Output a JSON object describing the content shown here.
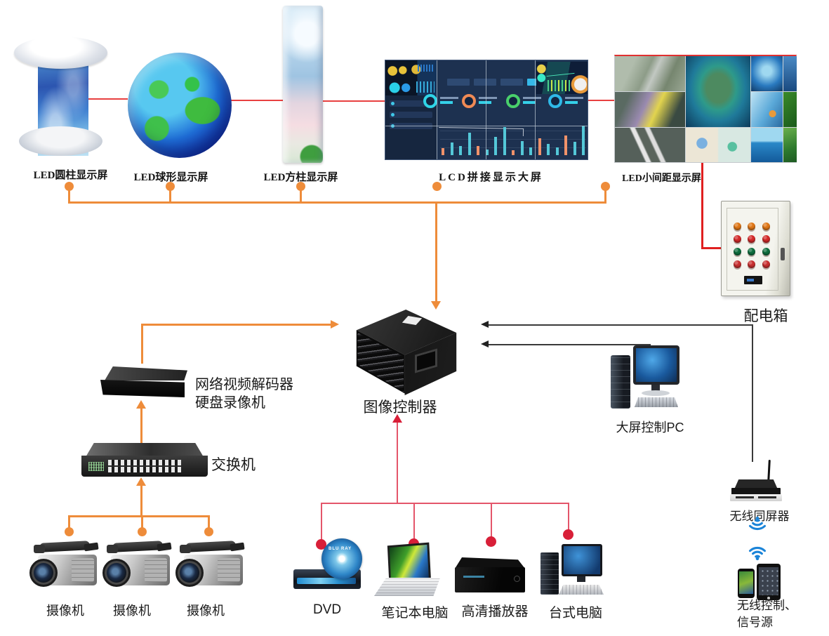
{
  "displays": {
    "cylinder_label": "LED圆柱显示屏",
    "sphere_label": "LED球形显示屏",
    "column_label": "LED方柱显示屏",
    "lcd_label": "LCD拼接显示大屏",
    "fine_pitch_label": "LED小间距显示屏"
  },
  "power_box": {
    "label": "配电箱",
    "light_rows": [
      [
        "#e07818",
        "#e07818",
        "#e07818"
      ],
      [
        "#d42a2a",
        "#d42a2a",
        "#d42a2a"
      ],
      [
        "#0e6e3e",
        "#0e6e3e",
        "#0e6e3e"
      ],
      [
        "#c83030",
        "#c83030",
        "#c83030"
      ]
    ]
  },
  "controller_label": "图像控制器",
  "decoder_label_line1": "网络视频解码器",
  "decoder_label_line2": "硬盘录像机",
  "switch_label": "交换机",
  "camera_labels": [
    "摄像机",
    "摄像机",
    "摄像机"
  ],
  "source_labels": {
    "dvd": "DVD",
    "disc_text": "BLU RAY",
    "laptop": "笔记本电脑",
    "hd_player": "高清播放器",
    "desktop": "台式电脑"
  },
  "control_pc_label": "大屏控制PC",
  "wireless": {
    "mirror_label": "无线同屏器",
    "control_label_line1": "无线控制、",
    "control_label_line2": "信号源"
  },
  "line_colors": {
    "orange_bus": "#ee8c3a",
    "red_display_link": "#e84040",
    "red_power": "#e01f1f",
    "pink_source_bus": "#e4556a",
    "pink_dot": "#d81f38",
    "black_control": "#3a3a3a",
    "wifi_blue": "#1b84d8"
  },
  "lcd_dashboard": {
    "rings": [
      "#2fd5e8",
      "#f08a55",
      "#49d06b",
      "#2fb9e8"
    ],
    "bars": [
      {
        "h": 10,
        "c": "#f0926a"
      },
      {
        "h": 18,
        "c": "#54c8d8"
      },
      {
        "h": 13,
        "c": "#54c8d8"
      },
      {
        "h": 32,
        "c": "#54c8d8"
      },
      {
        "h": 13,
        "c": "#f0926a"
      },
      {
        "h": 8,
        "c": "#54c8d8"
      },
      {
        "h": 26,
        "c": "#54c8d8"
      },
      {
        "h": 40,
        "c": "#54c8d8"
      },
      {
        "h": 7,
        "c": "#f0926a"
      },
      {
        "h": 20,
        "c": "#54c8d8"
      },
      {
        "h": 11,
        "c": "#54c8d8"
      },
      {
        "h": 24,
        "c": "#f0926a"
      },
      {
        "h": 16,
        "c": "#54c8d8"
      },
      {
        "h": 11,
        "c": "#54c8d8"
      },
      {
        "h": 28,
        "c": "#f0926a"
      },
      {
        "h": 19,
        "c": "#54c8d8"
      },
      {
        "h": 42,
        "c": "#54c8d8"
      }
    ]
  }
}
